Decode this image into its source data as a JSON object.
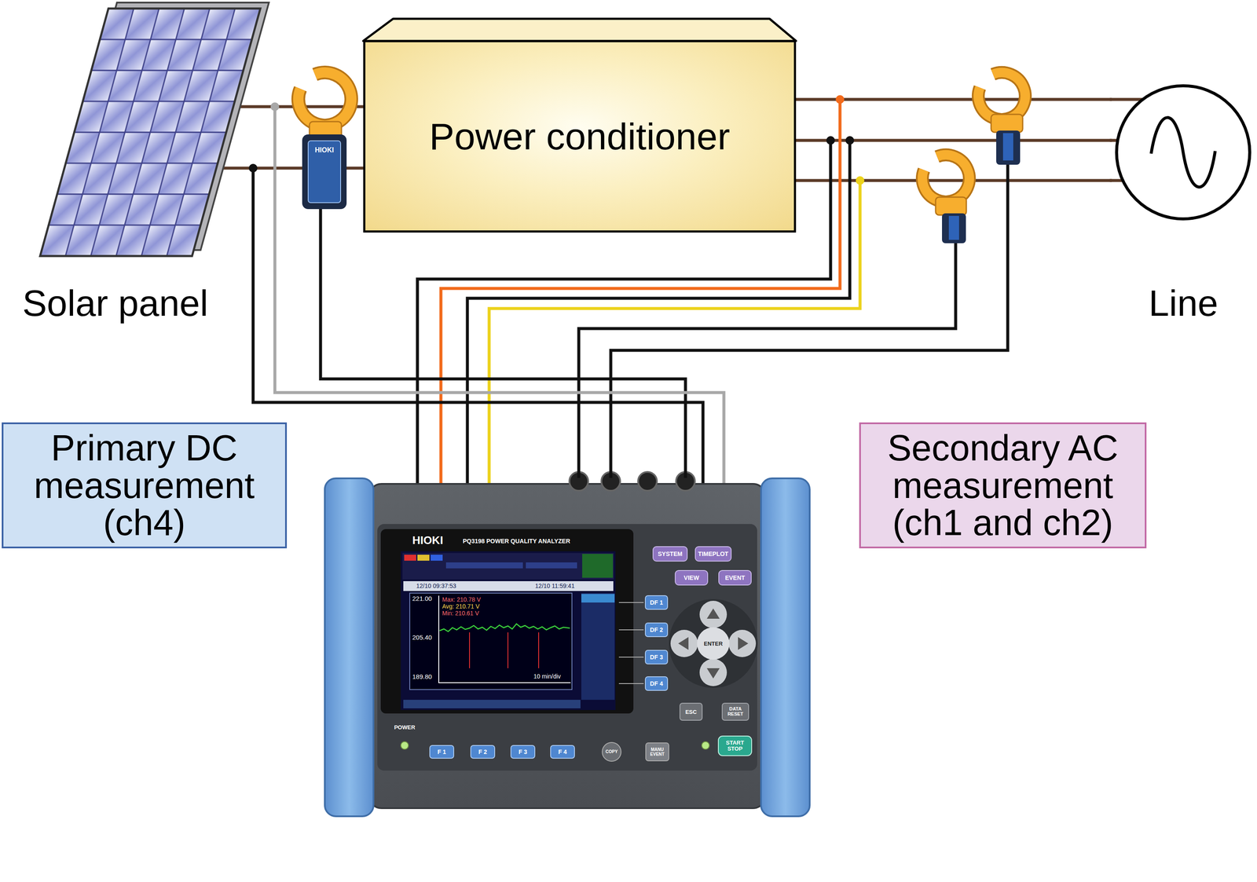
{
  "diagram": {
    "nodes": [
      {
        "text": [
          "Solar panel"
        ]
      },
      {
        "text": [
          "Power conditioner"
        ]
      },
      {
        "text": [
          "Line"
        ]
      },
      {
        "text": [
          "Primary DC measurement (ch4)"
        ]
      },
      {
        "text": [
          "Secondary AC measurement (ch1 and ch2)"
        ]
      }
    ],
    "edges": [
      {
        "from": 0,
        "to": 1,
        "arrow": "none"
      },
      {
        "from": 0,
        "to": 1,
        "arrow": "none"
      },
      {
        "from": 1,
        "to": 2,
        "arrow": "none"
      },
      {
        "from": 1,
        "to": 2,
        "arrow": "none"
      },
      {
        "from": 1,
        "to": 2,
        "arrow": "none"
      }
    ],
    "labels": [
      "HIOKI",
      "HIOKI",
      "PQ3198 POWER QUALITY ANALYZER",
      "12/10 09:37:53",
      "12/10 11:59:41",
      "221.00",
      "Max: 210.78 V",
      "Avg: 210.71 V",
      "Min: 210.61 V",
      "205.40",
      "189.80",
      "10 min/div",
      "SYSTEM",
      "TIMEPLOT",
      "VIEW",
      "EVENT",
      "DF 1",
      "DF 2",
      "DF 3",
      "DF 4",
      "ENTER",
      "ESC",
      "DATA RESET",
      "POWER",
      "F 1",
      "F 2",
      "F 3",
      "F 4",
      "COPY",
      "MANU EVENT",
      "START STOP"
    ]
  }
}
